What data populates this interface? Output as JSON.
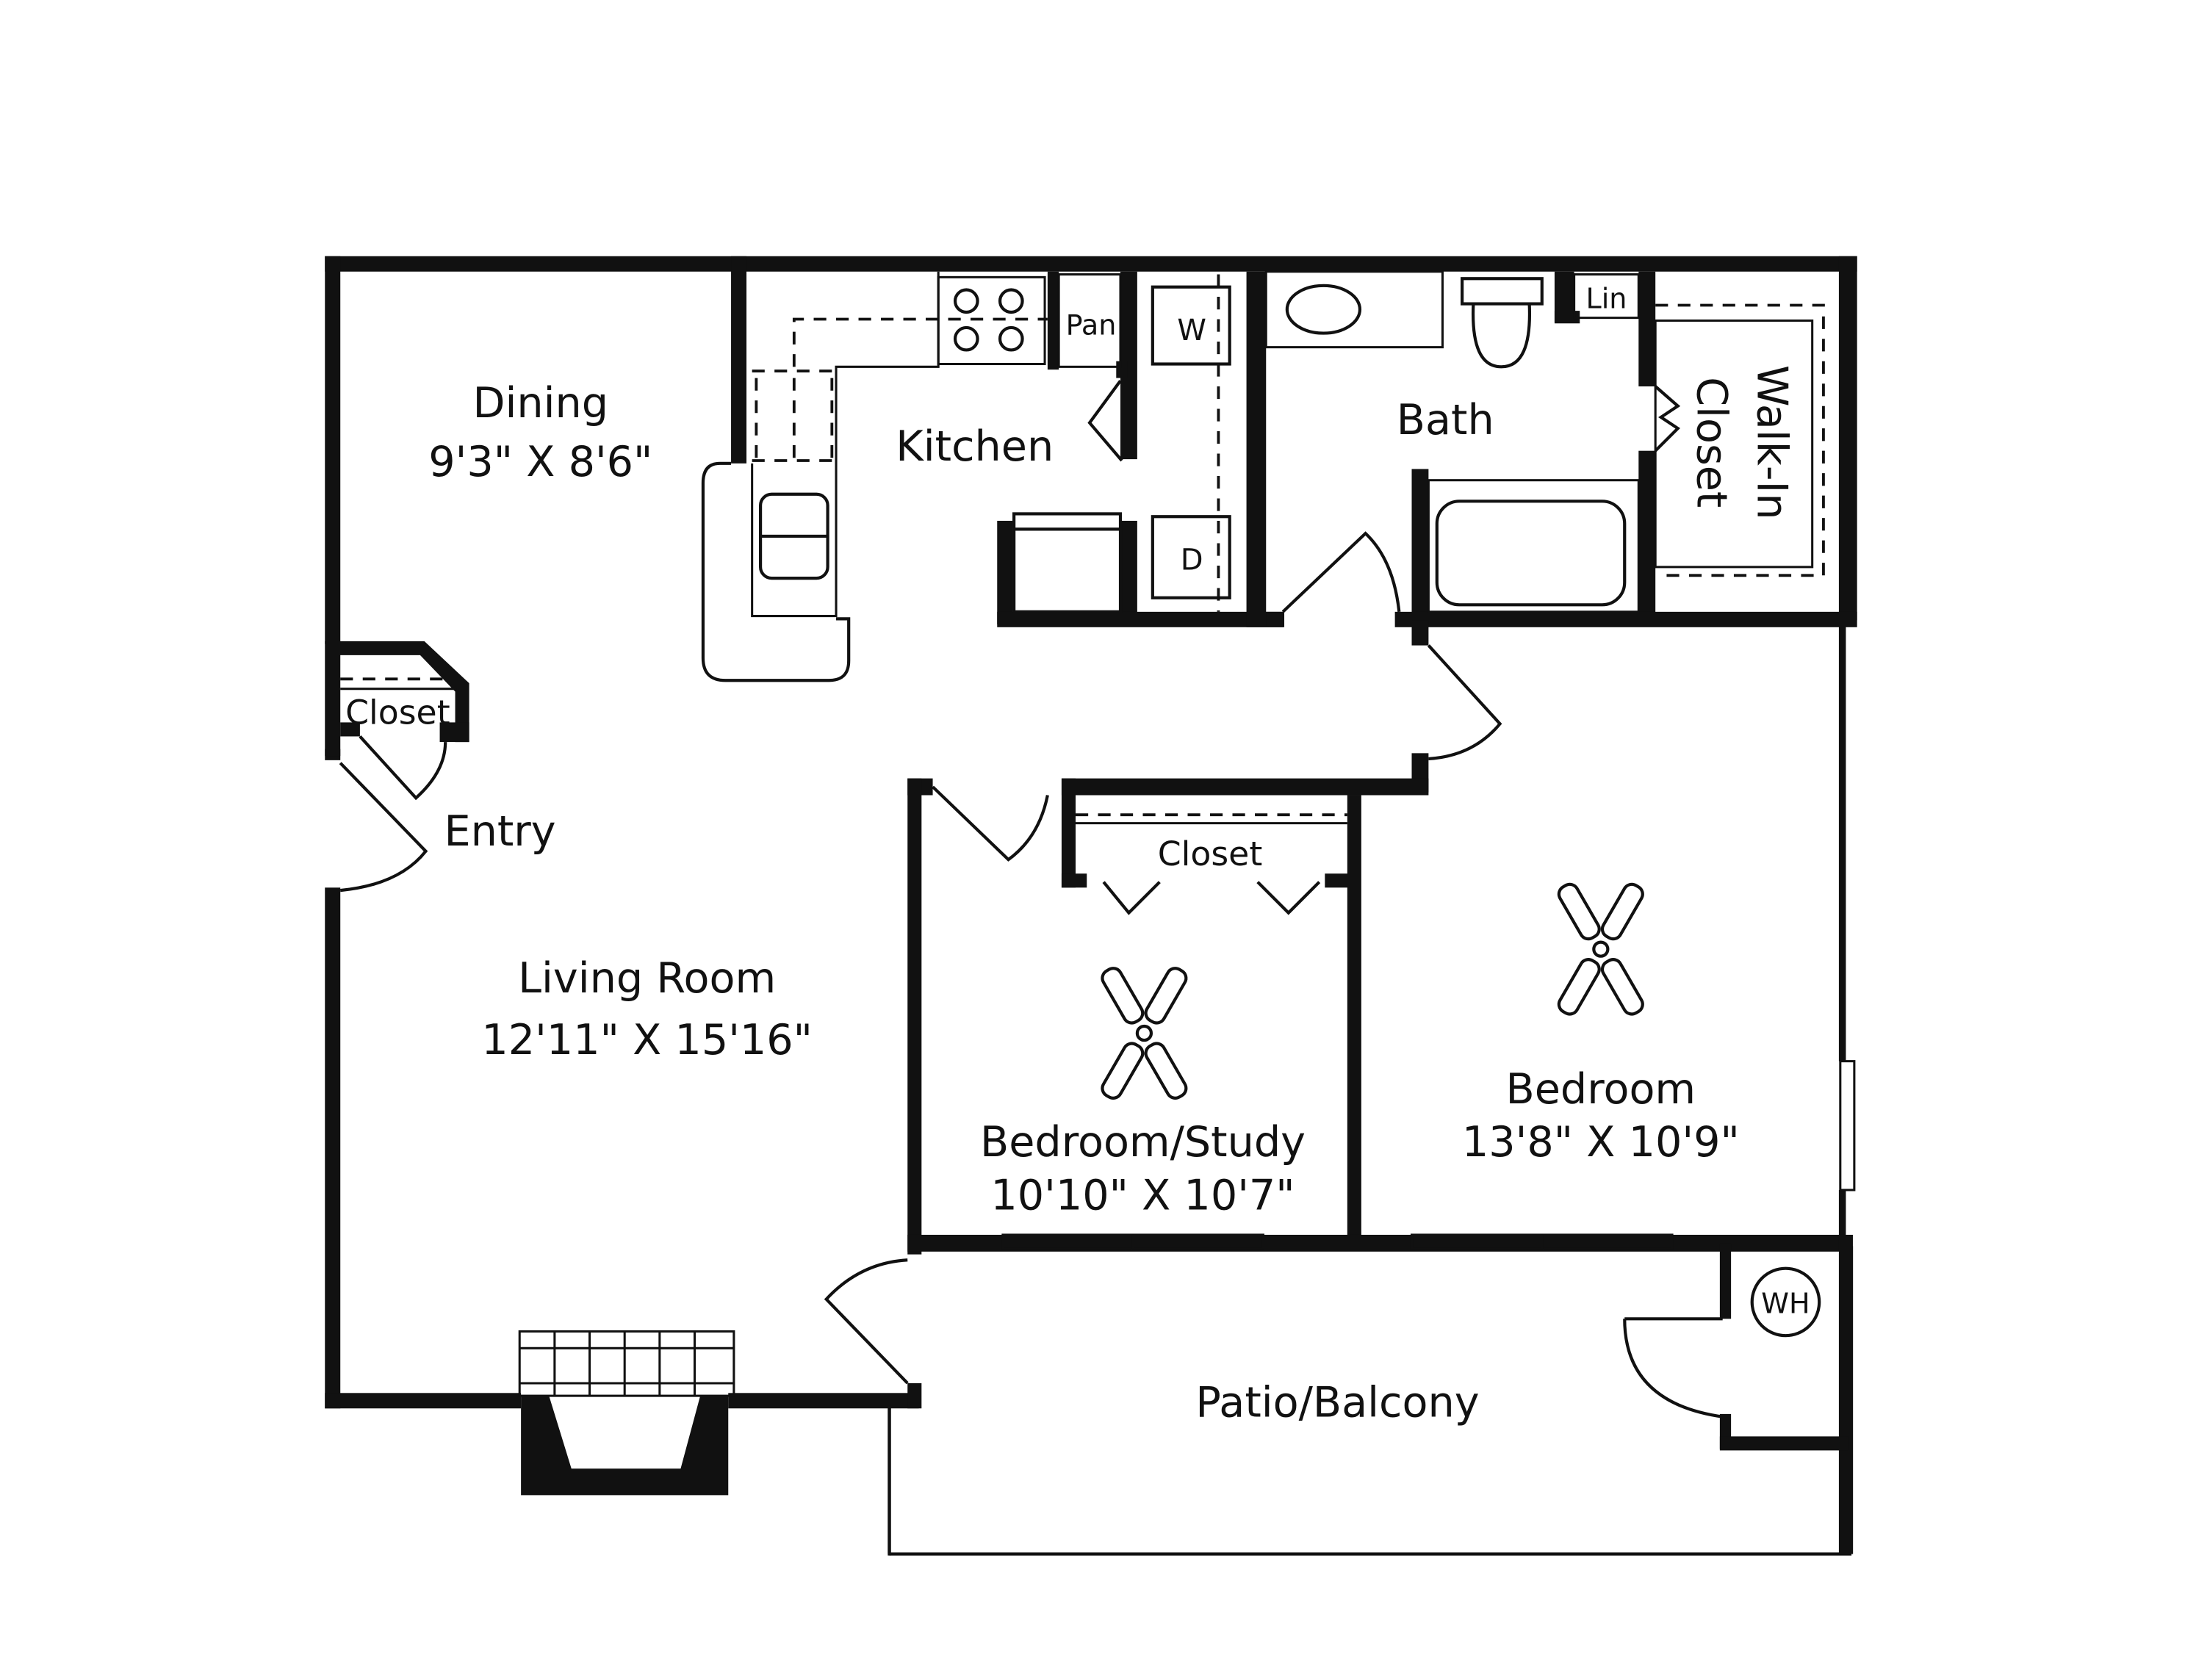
{
  "floor_plan": {
    "rooms": [
      {
        "id": "dining",
        "name": "Dining",
        "dimensions": "9'3\" X 8'6\""
      },
      {
        "id": "kitchen",
        "name": "Kitchen",
        "dimensions": ""
      },
      {
        "id": "bath",
        "name": "Bath",
        "dimensions": ""
      },
      {
        "id": "walk_in_closet",
        "name": "Walk-In Closet",
        "dimensions": ""
      },
      {
        "id": "entry",
        "name": "Entry",
        "dimensions": ""
      },
      {
        "id": "living_room",
        "name": "Living Room",
        "dimensions": "12'11\" X 15'16\""
      },
      {
        "id": "bedroom_study",
        "name": "Bedroom/Study",
        "dimensions": "10'10\" X 10'7\""
      },
      {
        "id": "bedroom",
        "name": "Bedroom",
        "dimensions": "13'8\" X 10'9\""
      },
      {
        "id": "patio",
        "name": "Patio/Balcony",
        "dimensions": ""
      }
    ],
    "labels": {
      "dining": "Dining",
      "dining_dim": "9'3\" X 8'6\"",
      "kitchen": "Kitchen",
      "pantry": "Pan",
      "washer": "W",
      "dryer": "D",
      "bath": "Bath",
      "linen": "Lin",
      "walk_in_line1": "Walk-In",
      "walk_in_line2": "Closet",
      "entry_closet": "Closet",
      "entry": "Entry",
      "living": "Living Room",
      "living_dim": "12'11\" X 15'16\"",
      "study_closet": "Closet",
      "study": "Bedroom/Study",
      "study_dim": "10'10\" X 10'7\"",
      "bedroom": "Bedroom",
      "bedroom_dim": "13'8\" X 10'9\"",
      "patio": "Patio/Balcony",
      "water_heater": "WH"
    },
    "fixtures": [
      "stove-icon",
      "sink-icon",
      "refrigerator-icon",
      "washer-icon",
      "dryer-icon",
      "bath-sink-icon",
      "toilet-icon",
      "bathtub-icon",
      "ceiling-fan-icon",
      "ceiling-fan-icon",
      "fireplace-icon",
      "water-heater-icon"
    ],
    "colors": {
      "ink": "#111111",
      "background": "#ffffff"
    }
  }
}
